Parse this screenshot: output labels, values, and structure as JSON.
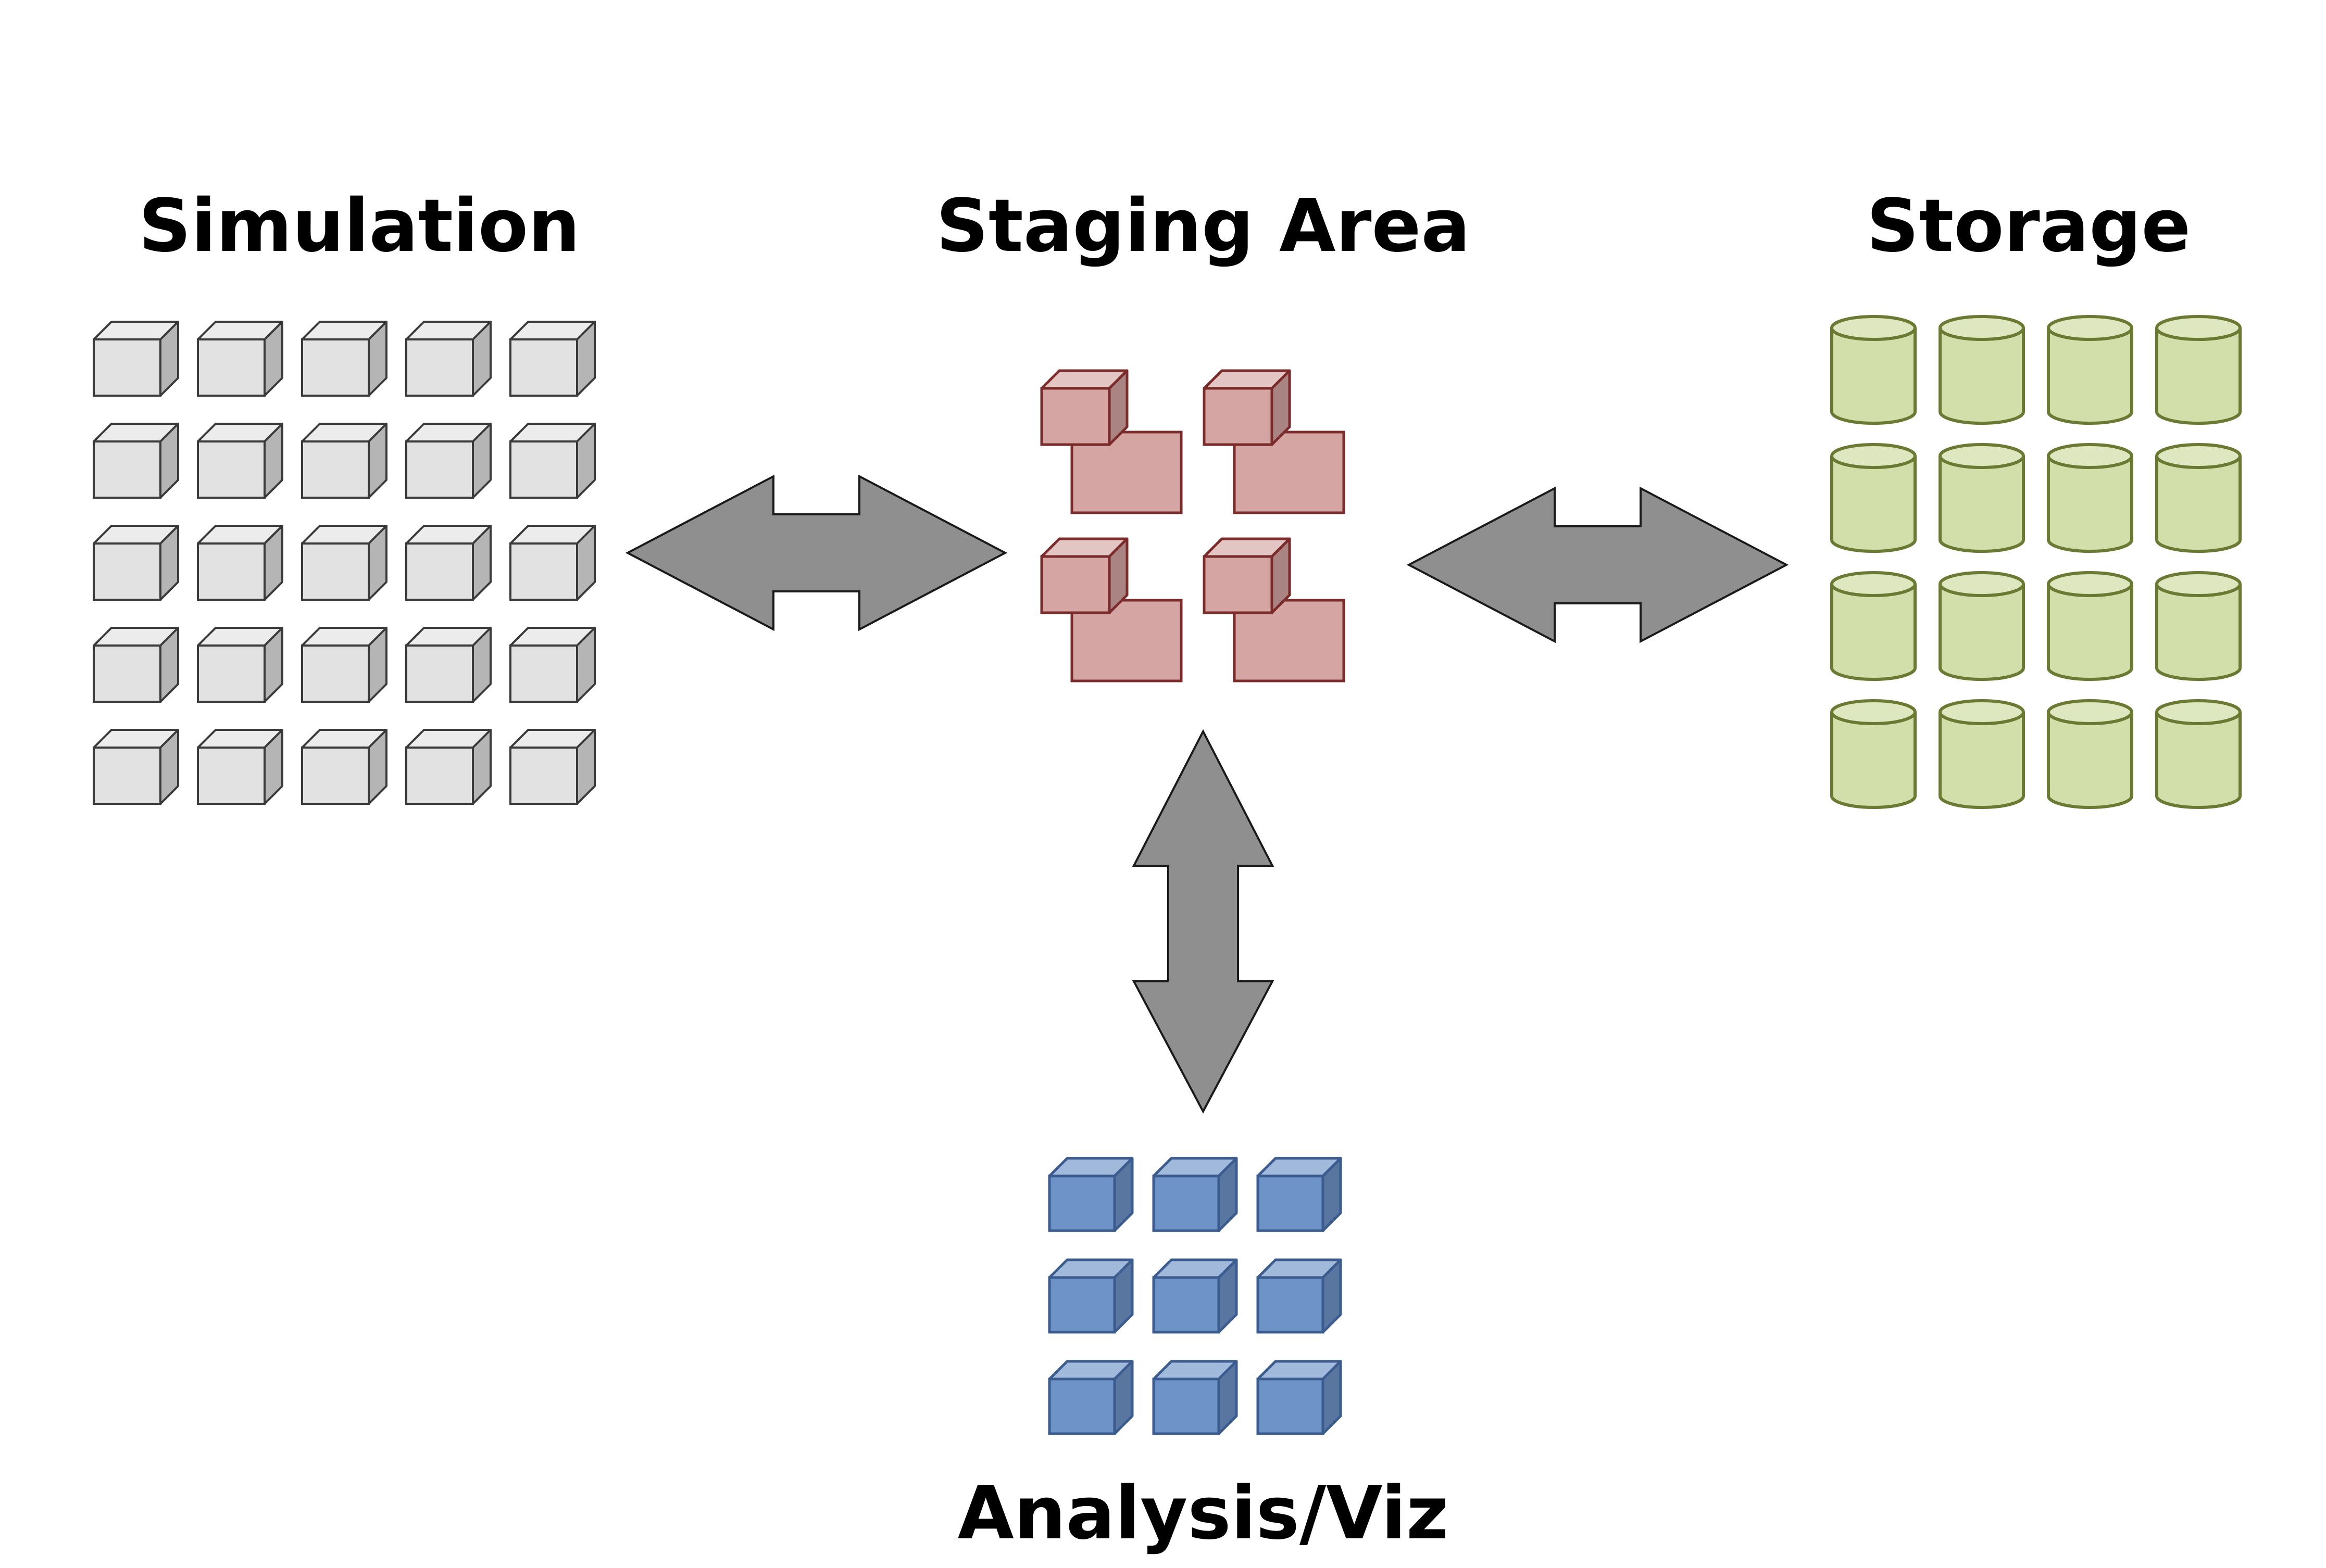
{
  "groups": {
    "simulation": {
      "title": "Simulation",
      "rows": 5,
      "cols": 5,
      "icon": "cube-icon",
      "fill": "#e2e2e2",
      "stroke": "#3a3a3a"
    },
    "staging": {
      "title": "Staging Area",
      "count": 4,
      "icon": "stacked-cube-icon",
      "fill": "#d4a5a3",
      "stroke": "#7a2b2a"
    },
    "storage": {
      "title": "Storage",
      "rows": 4,
      "cols": 4,
      "icon": "cylinder-icon",
      "fill": "#d3dfab",
      "stroke": "#6b7a33"
    },
    "analysis": {
      "title": "Analysis/Viz",
      "rows": 3,
      "cols": 3,
      "icon": "cube-icon",
      "fill": "#6e93c8",
      "stroke": "#3c5c8f"
    }
  },
  "arrows": {
    "fill": "#8f8f8f",
    "stroke": "#1a1a1a",
    "items": [
      {
        "from": "simulation",
        "to": "staging",
        "icon": "double-arrow-icon"
      },
      {
        "from": "staging",
        "to": "storage",
        "icon": "double-arrow-icon"
      },
      {
        "from": "staging",
        "to": "analysis",
        "icon": "double-arrow-icon"
      }
    ]
  }
}
